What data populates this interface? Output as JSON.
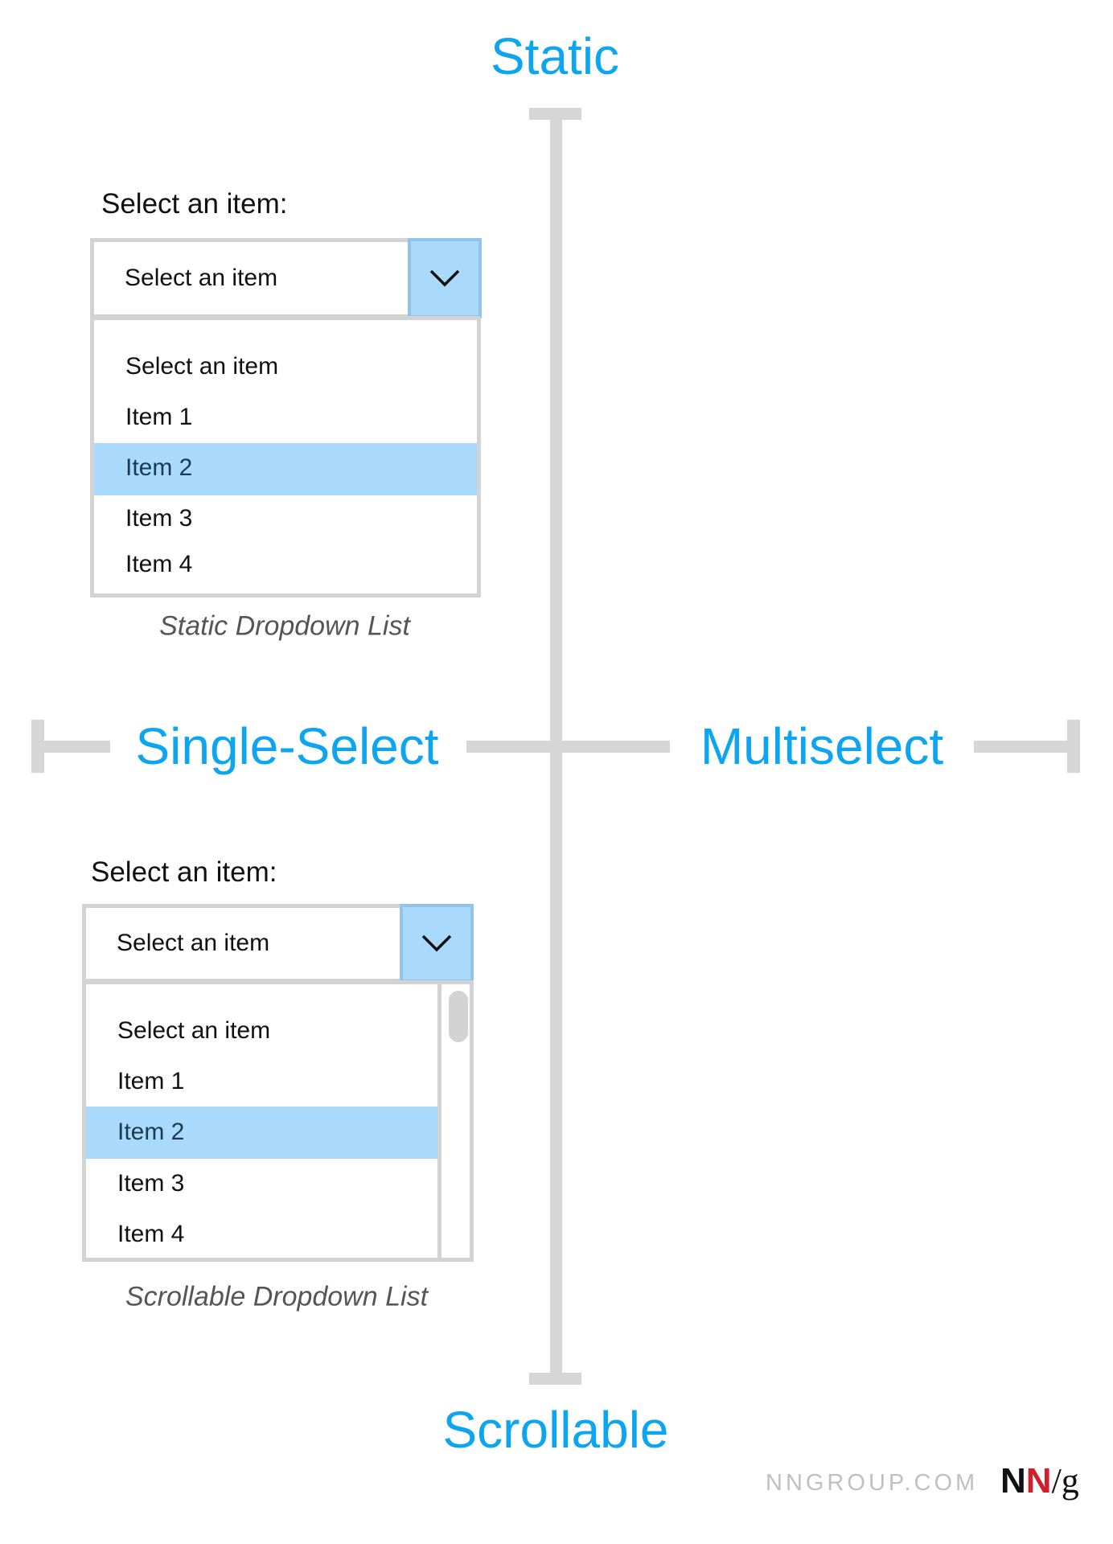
{
  "axes": {
    "top": "Static",
    "bottom": "Scrollable",
    "left": "Single-Select",
    "right": "Multiselect"
  },
  "static_dropdown": {
    "label": "Select an item:",
    "value": "Select an item",
    "options": [
      "Select an item",
      "Item 1",
      "Item 2",
      "Item 3",
      "Item 4"
    ],
    "highlighted": "Item 2",
    "caption": "Static Dropdown List"
  },
  "scrollable_dropdown": {
    "label": "Select an item:",
    "value": "Select an item",
    "options": [
      "Select an item",
      "Item 1",
      "Item 2",
      "Item 3",
      "Item 4"
    ],
    "highlighted": "Item 2",
    "caption": "Scrollable Dropdown List"
  },
  "footer": {
    "site": "NNGROUP.COM",
    "logo": "NN/g"
  },
  "colors": {
    "accent": "#0ea5f0",
    "highlight": "#a9d9fb",
    "axis": "#d6d6d6",
    "logo_red": "#d0202e"
  },
  "icons": {
    "dropdown": "chevron-down-icon"
  }
}
